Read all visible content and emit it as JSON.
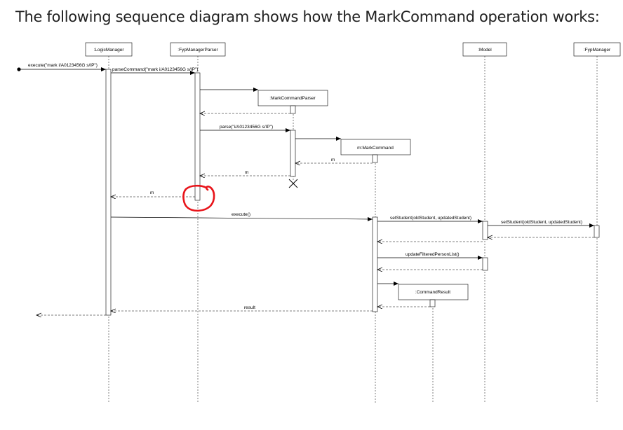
{
  "heading": "The following sequence diagram shows how the MarkCommand operation works:",
  "participants": {
    "logic_manager": ":LogicManager",
    "fyp_manager_parser": ":FypManagerParser",
    "model": ":Model",
    "fyp_manager": ":FypManager"
  },
  "created_objects": {
    "mark_command_parser": ":MarkCommandParser",
    "mark_command": "m:MarkCommand",
    "command_result": ":CommandResult"
  },
  "messages": {
    "execute_input": "execute(\"mark i/A0123456G s/IP\")",
    "parse_command": "parseCommand(\"mark i/A0123456G s/IP\")",
    "parse": "parse(\"i/A0123456G s/IP\")",
    "return_m_command": "m",
    "return_m_parser": "m",
    "return_m_manager": "m",
    "execute": "execute()",
    "set_student_model": "setStudent(oldStudent, updatedStudent)",
    "set_student_fyp": "setStudent(oldStudent, updatedStudent)",
    "update_filtered": "updateFilteredPersonList()",
    "result": "result"
  },
  "annotation": {
    "color": "#e8141a",
    "description": "hand-drawn red circle around the FypManagerParser activation end"
  }
}
